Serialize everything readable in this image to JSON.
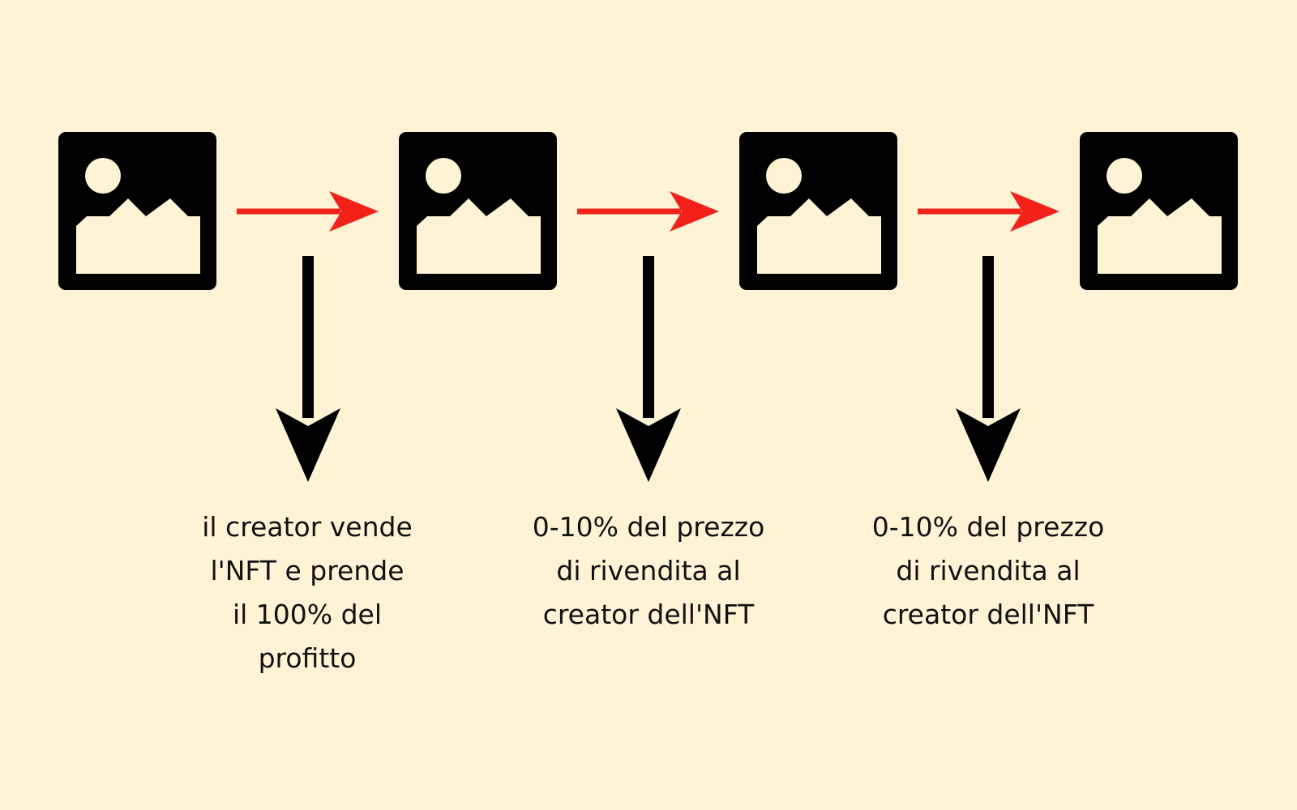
{
  "colors": {
    "background": "#FFF3D6",
    "icon": "#000000",
    "sale_arrow": "#F2221B",
    "royalty_arrow": "#000000",
    "text": "#111111"
  },
  "nodes": [
    {
      "icon": "image-icon"
    },
    {
      "icon": "image-icon"
    },
    {
      "icon": "image-icon"
    },
    {
      "icon": "image-icon"
    }
  ],
  "captions": [
    {
      "lines": [
        "il creator vende",
        "l'NFT e prende",
        "il 100% del",
        "profitto"
      ]
    },
    {
      "lines": [
        "0-10% del prezzo",
        "di rivendita al",
        "creator dell'NFT"
      ]
    },
    {
      "lines": [
        "0-10% del prezzo",
        "di rivendita al",
        "creator dell'NFT"
      ]
    }
  ]
}
